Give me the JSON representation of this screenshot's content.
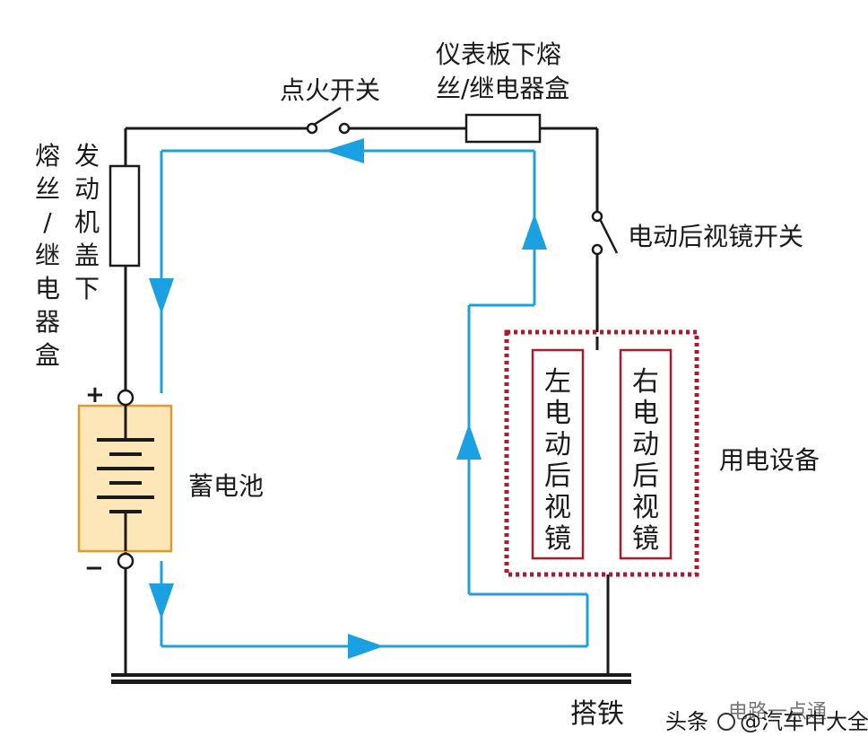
{
  "labels": {
    "ignition_switch": "点火开关",
    "dash_fuse_box_line1": "仪表板下熔",
    "dash_fuse_box_line2": "丝/继电器盒",
    "engine_fuse_box_left": "熔丝/继电器盒",
    "engine_fuse_box_right": "发动机盖下",
    "mirror_switch": "电动后视镜开关",
    "battery": "蓄电池",
    "plus": "+",
    "minus": "−",
    "left_mirror": "左电动后视镜",
    "right_mirror": "右电动后视镜",
    "load_devices": "用电设备",
    "ground": "搭铁"
  },
  "watermark": {
    "source": "头条",
    "author": "@汽车中大全",
    "overlay": "电路一点通"
  },
  "colors": {
    "wire": "#1a1a1a",
    "current_flow": "#1ba1e2",
    "battery_fill": "#fde7b8",
    "battery_border": "#e09a2a",
    "load_border": "#b0192b"
  }
}
